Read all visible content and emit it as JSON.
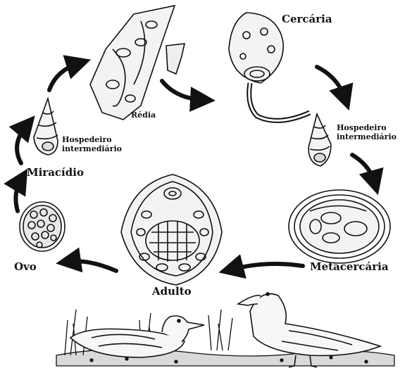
{
  "labels": {
    "cercaria": "Cercária",
    "redia": "Rédia",
    "host_right_line1": "Hospedeiro",
    "host_right_line2": "intermediário",
    "host_left_line1": "Hospedeiro",
    "host_left_line2": "intermediário",
    "miracidio": "Miracídio",
    "ovo": "Ovo",
    "adulto": "Adulto",
    "metacercaria": "Metacercária"
  },
  "colors": {
    "ink": "#111111",
    "background": "#ffffff"
  }
}
